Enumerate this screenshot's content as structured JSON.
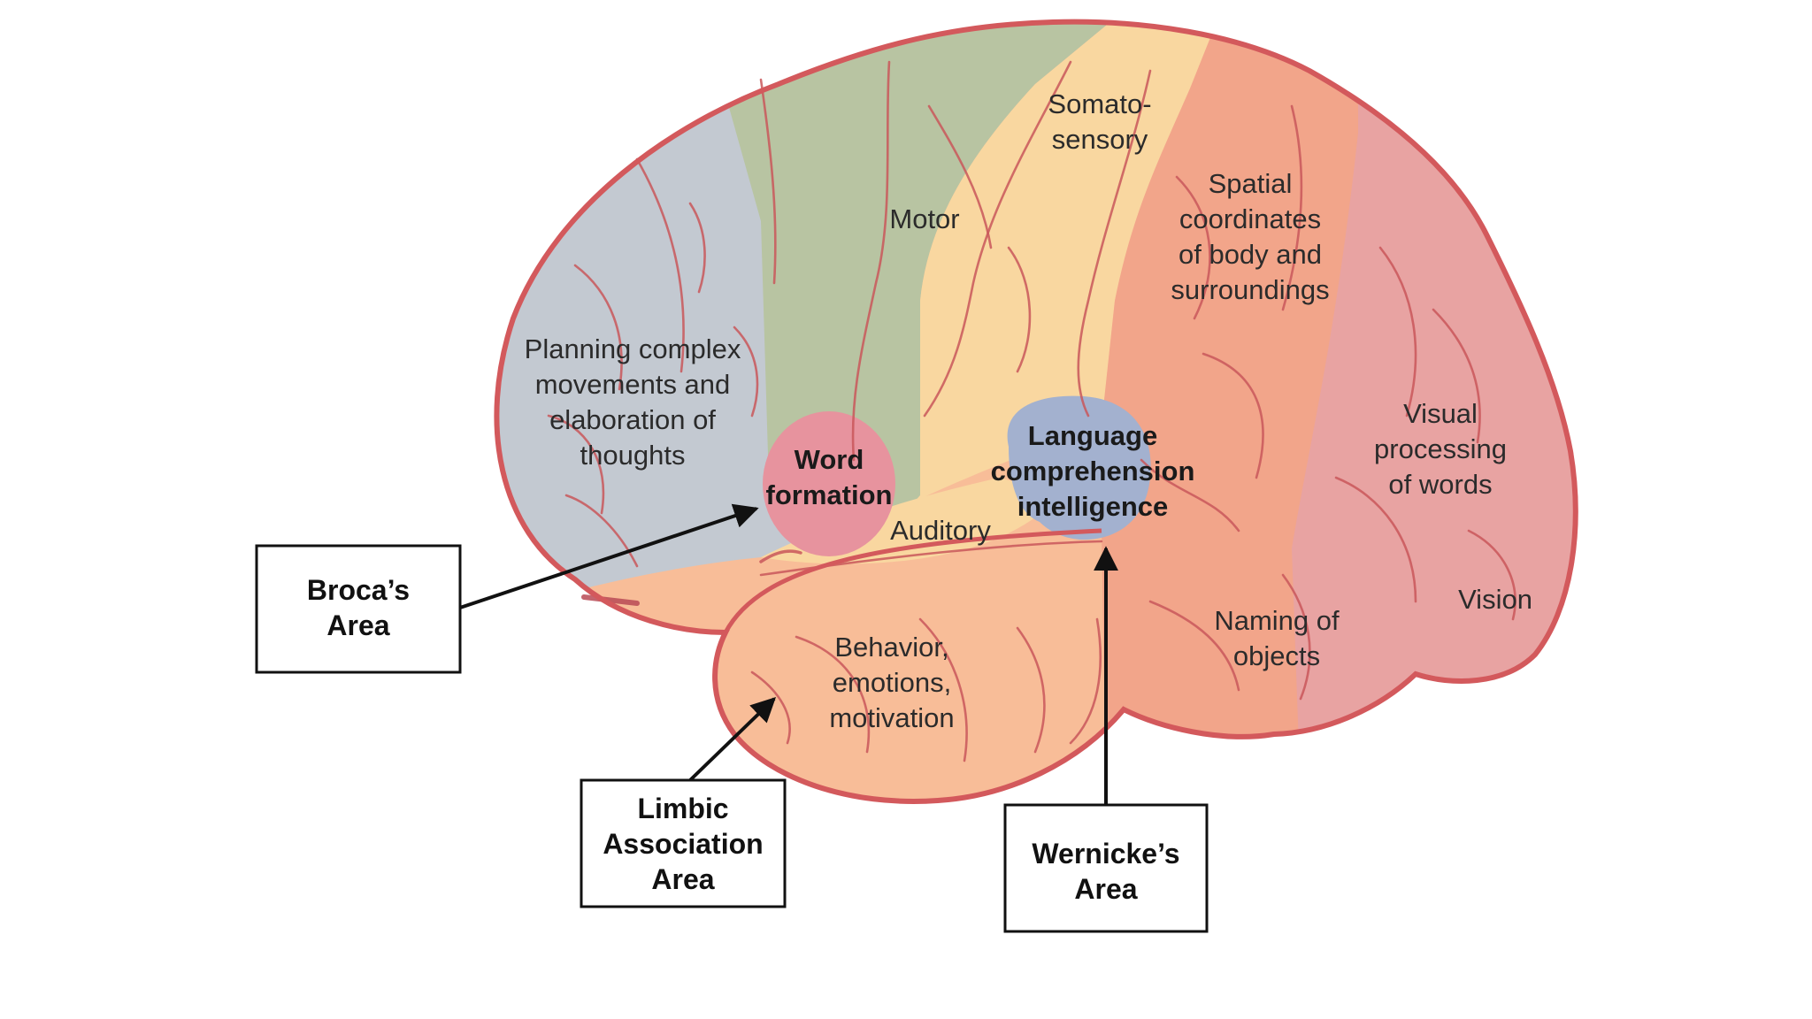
{
  "colors": {
    "background": "#ffffff",
    "outline": "#d3595c",
    "prefrontal": "#c3c9d1",
    "motor": "#b8c4a2",
    "sensory": "#f9d7a0",
    "parietal": "#f2a58a",
    "occipital": "#e8a3a2",
    "temporal": "#f8bd98",
    "broca": "#e7939e",
    "wernicke": "#a3b1cf"
  },
  "regions": {
    "prefrontal": {
      "label_lines": [
        "Planning complex",
        "movements and",
        "elaboration of",
        "thoughts"
      ]
    },
    "motor": {
      "label_lines": [
        "Motor"
      ]
    },
    "somatosensory": {
      "label_lines": [
        "Somato-",
        "sensory"
      ]
    },
    "spatial": {
      "label_lines": [
        "Spatial",
        "coordinates",
        "of body and",
        "surroundings"
      ]
    },
    "visual_words": {
      "label_lines": [
        "Visual",
        "processing",
        "of words"
      ]
    },
    "vision": {
      "label_lines": [
        "Vision"
      ]
    },
    "naming": {
      "label_lines": [
        "Naming of",
        "objects"
      ]
    },
    "auditory": {
      "label_lines": [
        "Auditory"
      ]
    },
    "limbic": {
      "label_lines": [
        "Behavior,",
        "emotions,",
        "motivation"
      ]
    },
    "word_formation": {
      "label_lines": [
        "Word",
        "formation"
      ]
    },
    "language": {
      "label_lines": [
        "Language",
        "comprehension",
        "intelligence"
      ]
    }
  },
  "callouts": {
    "broca": {
      "lines": [
        "Broca’s",
        "Area"
      ]
    },
    "limbic": {
      "lines": [
        "Limbic",
        "Association",
        "Area"
      ]
    },
    "wernicke": {
      "lines": [
        "Wernicke’s",
        "Area"
      ]
    }
  }
}
